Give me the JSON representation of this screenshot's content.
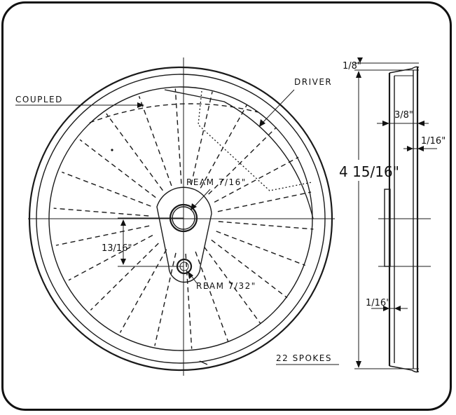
{
  "labels": {
    "coupled": "COUPLED",
    "driver": "DRIVER",
    "ream_large": "REAM 7/16\"",
    "ream_small": "REAM 7/32\"",
    "spokes": "22 SPOKES"
  },
  "dimensions": {
    "crank_throw": "13/16\"",
    "overall_height": "4 15/16\"",
    "rim_top": "1/8\"",
    "rim_depth": "3/8\"",
    "rim_thickness": "1/16\"",
    "web_thickness": "1/16\""
  },
  "spoke_count": 22
}
